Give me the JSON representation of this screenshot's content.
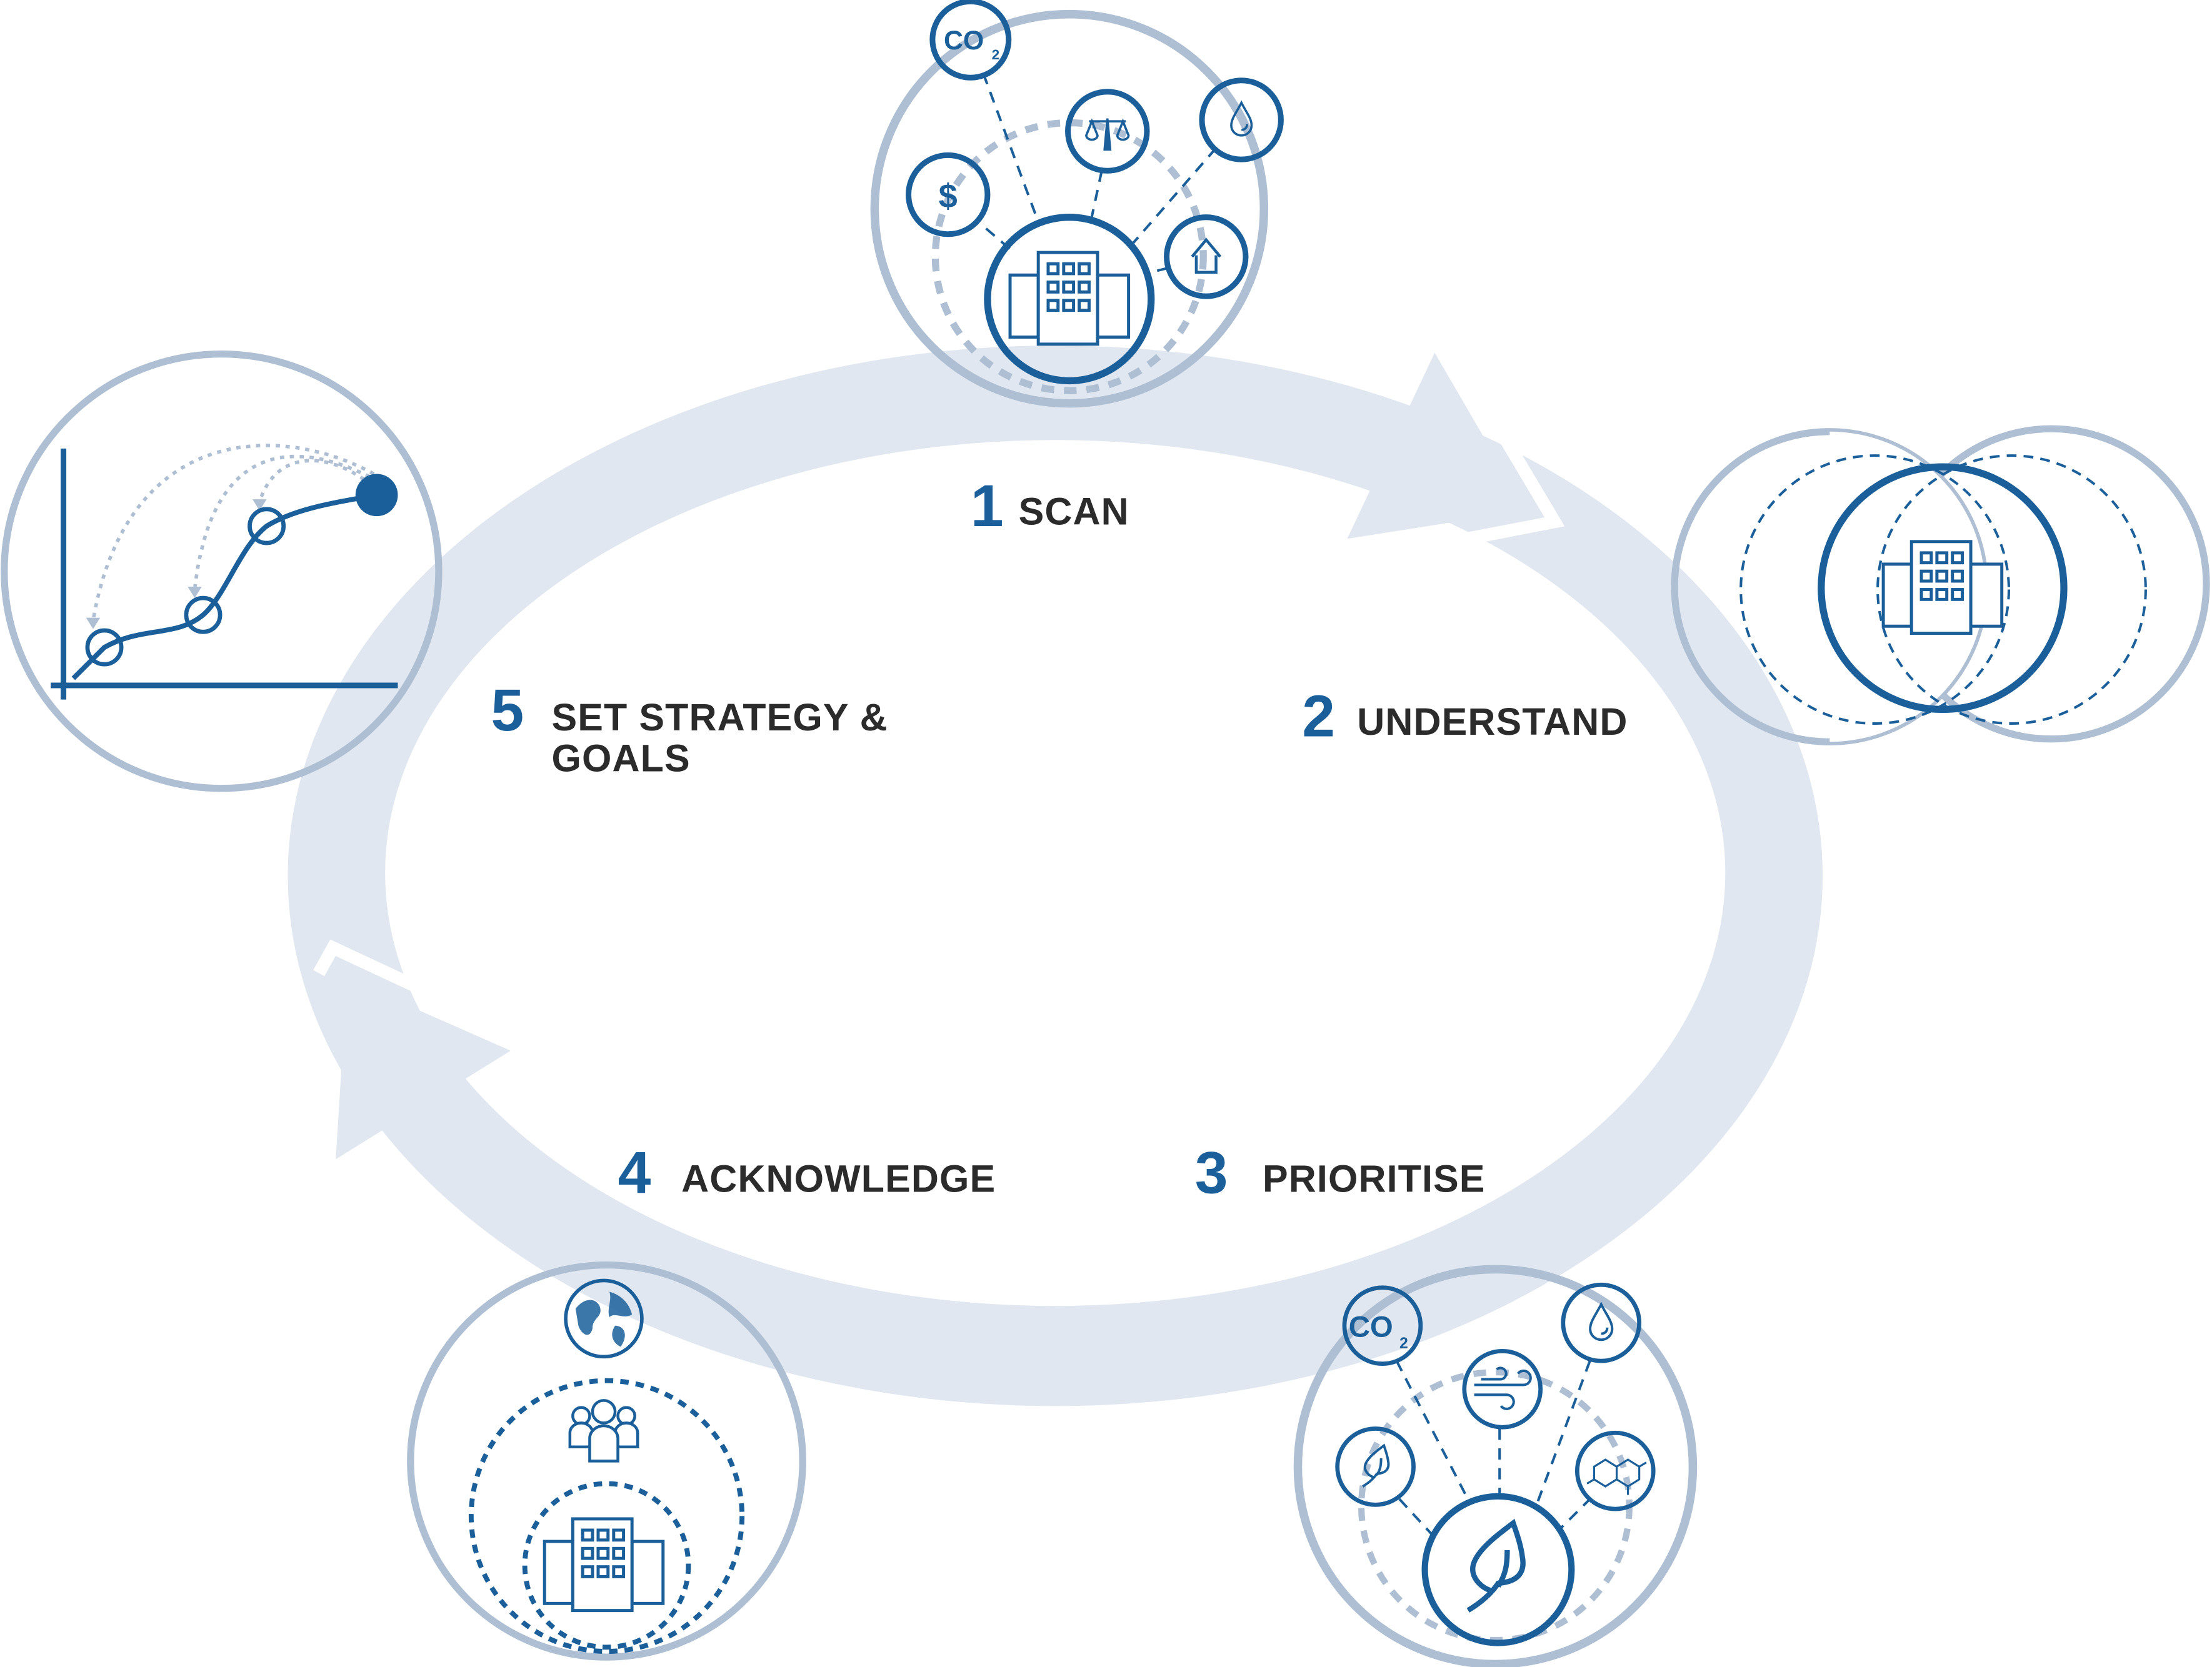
{
  "title": "Sustainability cycle",
  "steps": [
    {
      "number": "1",
      "label": "SCAN"
    },
    {
      "number": "2",
      "label": "UNDERSTAND"
    },
    {
      "number": "3",
      "label": "PRIORITISE"
    },
    {
      "number": "4",
      "label": "ACKNOWLEDGE"
    },
    {
      "number": "5",
      "label_line1": "SET STRATEGY &",
      "label_line2": "GOALS"
    }
  ],
  "icons": {
    "co2": "CO",
    "co2_sub": "2",
    "dollar": "$"
  },
  "colors": {
    "primary": "#1a5f9a",
    "light": "#aebfd4",
    "ring": "#e0e7f0",
    "text": "#2b2b2b"
  }
}
